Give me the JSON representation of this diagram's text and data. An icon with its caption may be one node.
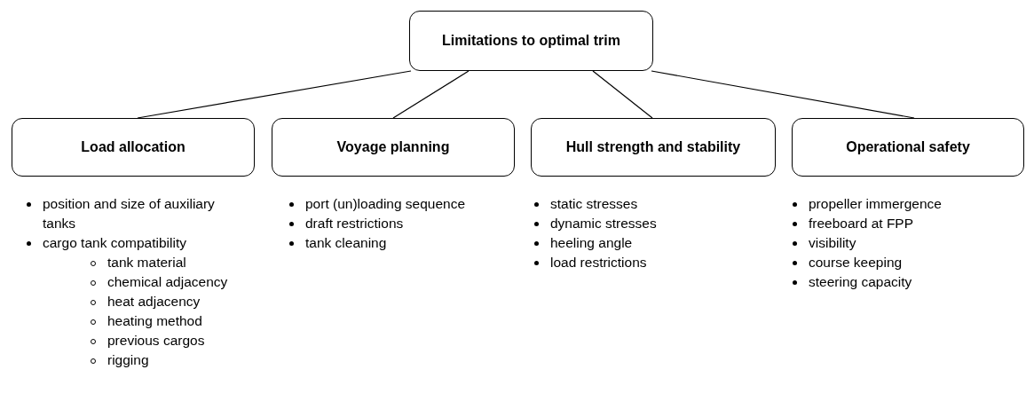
{
  "diagram": {
    "nodes": [
      {
        "text": [
          "Limitations to optimal trim"
        ]
      },
      {
        "text": [
          "Load allocation"
        ],
        "beside": [
          "position and size of auxiliary tanks",
          "cargo tank compatibility",
          "tank material",
          "chemical adjacency",
          "heat adjacency",
          "heating method",
          "previous cargos",
          "rigging"
        ]
      },
      {
        "text": [
          "Voyage planning"
        ],
        "beside": [
          "port (un)loading sequence",
          "draft restrictions",
          "tank cleaning"
        ]
      },
      {
        "text": [
          "Hull strength and stability"
        ],
        "beside": [
          "static stresses",
          "dynamic stresses",
          "heeling angle",
          "load restrictions"
        ]
      },
      {
        "text": [
          "Operational safety"
        ],
        "beside": [
          "propeller immergence",
          "freeboard at FPP",
          "visibility",
          "course keeping",
          "steering capacity"
        ]
      }
    ],
    "edges": [
      {
        "from": 0,
        "to": 1,
        "arrow": "none"
      },
      {
        "from": 0,
        "to": 2,
        "arrow": "none"
      },
      {
        "from": 0,
        "to": 3,
        "arrow": "none"
      },
      {
        "from": 0,
        "to": 4,
        "arrow": "none"
      }
    ]
  }
}
